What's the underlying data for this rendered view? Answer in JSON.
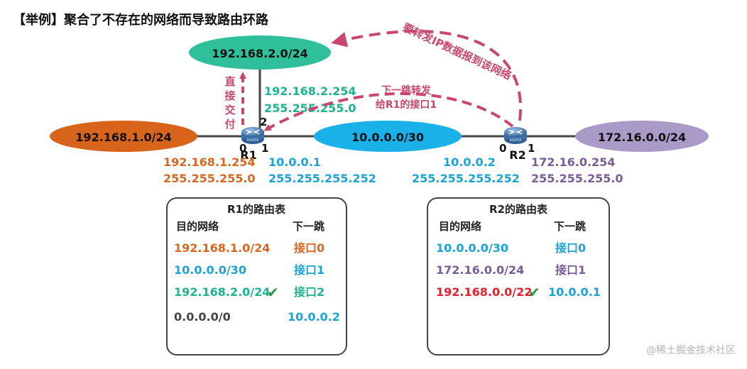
{
  "title": "【举例】聚合了不存在的网络而导致路由环路",
  "colors": {
    "orange": "#D9661F",
    "cyan": "#1BA3D6",
    "teal": "#1DB38E",
    "purple": "#7A5C96",
    "green_cloud": "#2FBF9A",
    "blue_cloud": "#1AB0E8",
    "orange_cloud": "#D8641C",
    "purple_cloud": "#A99AC7",
    "pink_arrow": "#C9466E",
    "red": "#E0202A",
    "gray": "#444444"
  },
  "networks": {
    "top": "192.168.2.0/24",
    "left": "192.168.1.0/24",
    "middle": "10.0.0.0/30",
    "right": "172.16.0.0/24"
  },
  "r1": {
    "name": "R1",
    "port0": "0",
    "port1": "1",
    "port2": "2",
    "if0_ip": "192.168.1.254",
    "if0_mask": "255.255.255.0",
    "if1_ip": "10.0.0.1",
    "if1_mask": "255.255.255.252",
    "if2_ip": "192.168.2.254",
    "if2_mask": "255.255.255.0"
  },
  "r2": {
    "name": "R2",
    "port0": "0",
    "port1": "1",
    "if0_ip": "10.0.0.2",
    "if0_mask": "255.255.255.252",
    "if1_ip": "172.16.0.254",
    "if1_mask": "255.255.255.0"
  },
  "router_icon_label": "ROUTER",
  "annotations": {
    "direct_1": "直",
    "direct_2": "接",
    "direct_3": "交",
    "direct_4": "付",
    "next_hop_line1": "下一跳转发",
    "next_hop_line2": "给R1的接口1",
    "forward_ip": "要转发IP数据报到该网络"
  },
  "r1_table": {
    "title": "R1的路由表",
    "col_dest": "目的网络",
    "col_next": "下一跳",
    "rows": [
      {
        "dest": "192.168.1.0/24",
        "next": "接口0"
      },
      {
        "dest": "10.0.0.0/30",
        "next": "接口1"
      },
      {
        "dest": "192.168.2.0/24",
        "next": "接口2",
        "check": "✔"
      },
      {
        "dest": "0.0.0.0/0",
        "next": "10.0.0.2"
      }
    ]
  },
  "r2_table": {
    "title": "R2的路由表",
    "col_dest": "目的网络",
    "col_next": "下一跳",
    "rows": [
      {
        "dest": "10.0.0.0/30",
        "next": "接口0"
      },
      {
        "dest": "172.16.0.0/24",
        "next": "接口1"
      },
      {
        "dest": "192.168.0.0/22",
        "next": "10.0.0.1",
        "check": "✔"
      }
    ]
  },
  "watermark": "@稀土掘金技术社区"
}
